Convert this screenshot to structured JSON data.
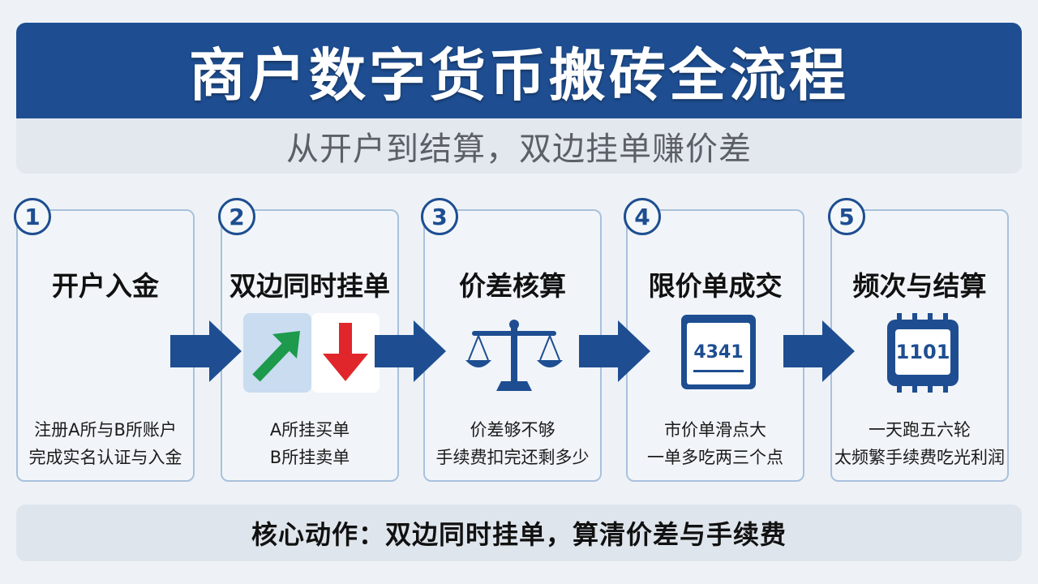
{
  "header": {
    "title": "商户数字货币搬砖全流程",
    "subtitle": "从开户到结算，双边挂单赚价差"
  },
  "steps": [
    {
      "number": "1",
      "title": "开户入金",
      "desc": [
        "注册A所与B所账户",
        "完成实名认证与入金"
      ]
    },
    {
      "number": "2",
      "title": "双边同时挂单",
      "desc": [
        "A所挂买单",
        "B所挂卖单"
      ]
    },
    {
      "number": "3",
      "title": "价差核算",
      "desc": [
        "价差够不够",
        "手续费扣完还剩多少"
      ]
    },
    {
      "number": "4",
      "title": "限价单成交",
      "desc": [
        "市价单滑点大",
        "一单多吃两三个点"
      ],
      "screen_value": "4341"
    },
    {
      "number": "5",
      "title": "频次与结算",
      "desc": [
        "一天跑五六轮",
        "太频繁手续费吃光利润"
      ],
      "chip_value": "1101"
    }
  ],
  "footer": {
    "text": "核心动作：双边同时挂单，算清价差与手续费"
  },
  "colors": {
    "brand_blue": "#1e4e91",
    "up_green": "#1d9a4c",
    "down_red": "#e0262b",
    "card_border": "#a9c1dc"
  },
  "icons": [
    "arrow-up-right-icon",
    "arrow-down-icon",
    "balance-scale-icon",
    "monitor-icon",
    "chip-icon",
    "flow-arrow-icon"
  ]
}
